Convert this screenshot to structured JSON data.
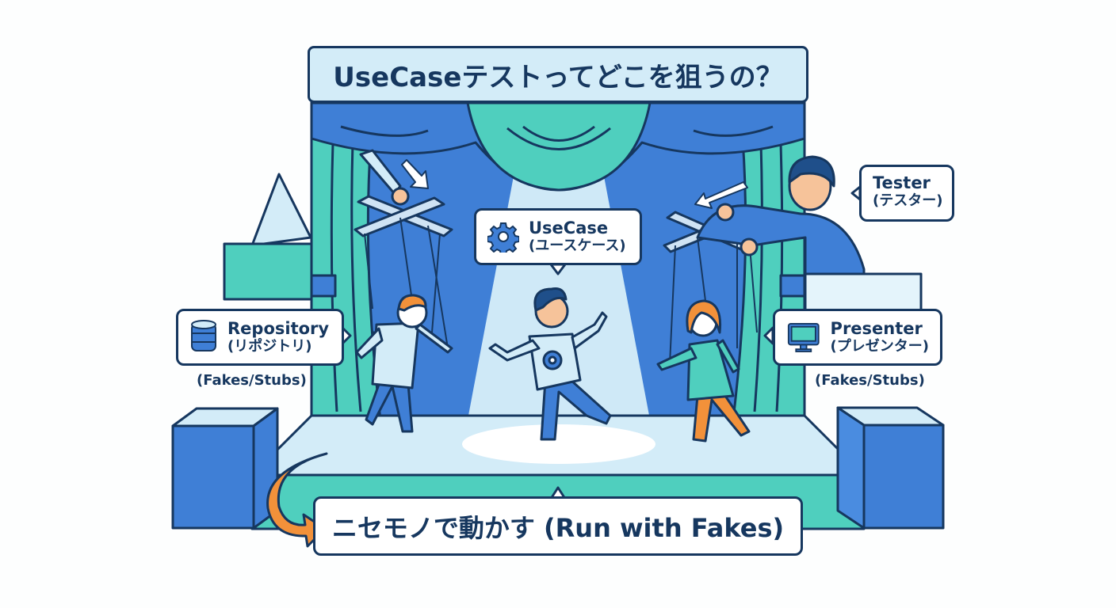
{
  "title": "UseCaseテストってどこを狙うの？",
  "labels": {
    "usecase": {
      "name": "UseCase",
      "kana": "(ユースケース)",
      "icon": "gear-icon"
    },
    "repository": {
      "name": "Repository",
      "kana": "(リポジトリ)",
      "icon": "database-icon",
      "note": "(Fakes/Stubs)"
    },
    "presenter": {
      "name": "Presenter",
      "kana": "(プレゼンター)",
      "icon": "monitor-icon",
      "note": "(Fakes/Stubs)"
    },
    "tester": {
      "name": "Tester",
      "kana": "(テスター)"
    }
  },
  "bottom": {
    "text": "ニセモノで動かす (Run with Fakes)"
  },
  "colors": {
    "outline": "#16375f",
    "blue": "#3f7fd6",
    "teal": "#4fcfbe",
    "light": "#d3ecf8",
    "orange": "#f2913a",
    "skin": "#f6c39a"
  }
}
